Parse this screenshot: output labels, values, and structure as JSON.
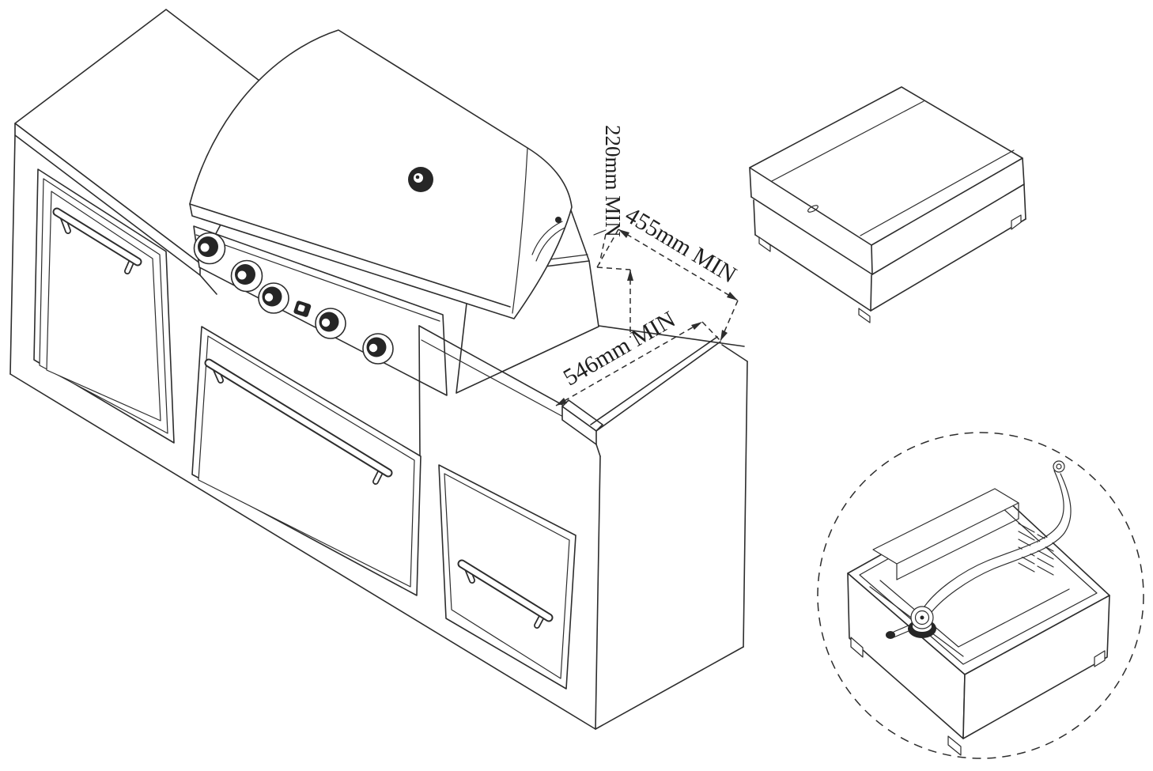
{
  "annotations": {
    "height_clearance": "220mm MIN",
    "depth_clearance": "455mm MIN",
    "width_clearance": "546mm MIN"
  },
  "colors": {
    "line": "#2d2d2d",
    "background": "#ffffff"
  }
}
